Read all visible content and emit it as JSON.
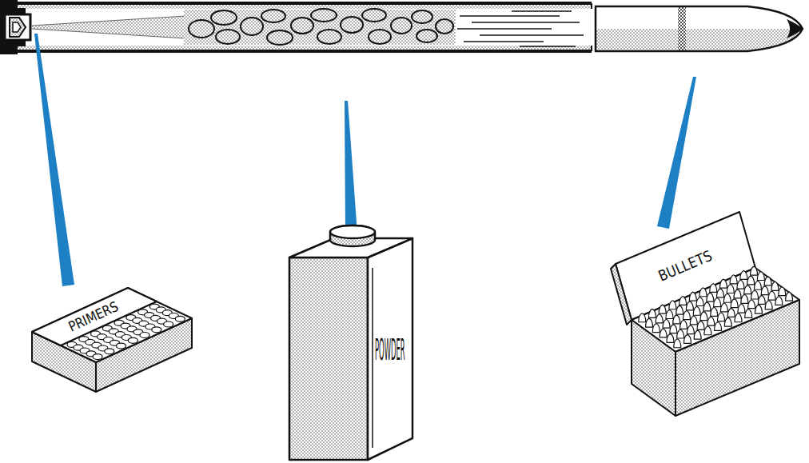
{
  "diagram": {
    "labels": [
      "PRIMERS",
      "POWDER",
      "BULLETS"
    ]
  }
}
